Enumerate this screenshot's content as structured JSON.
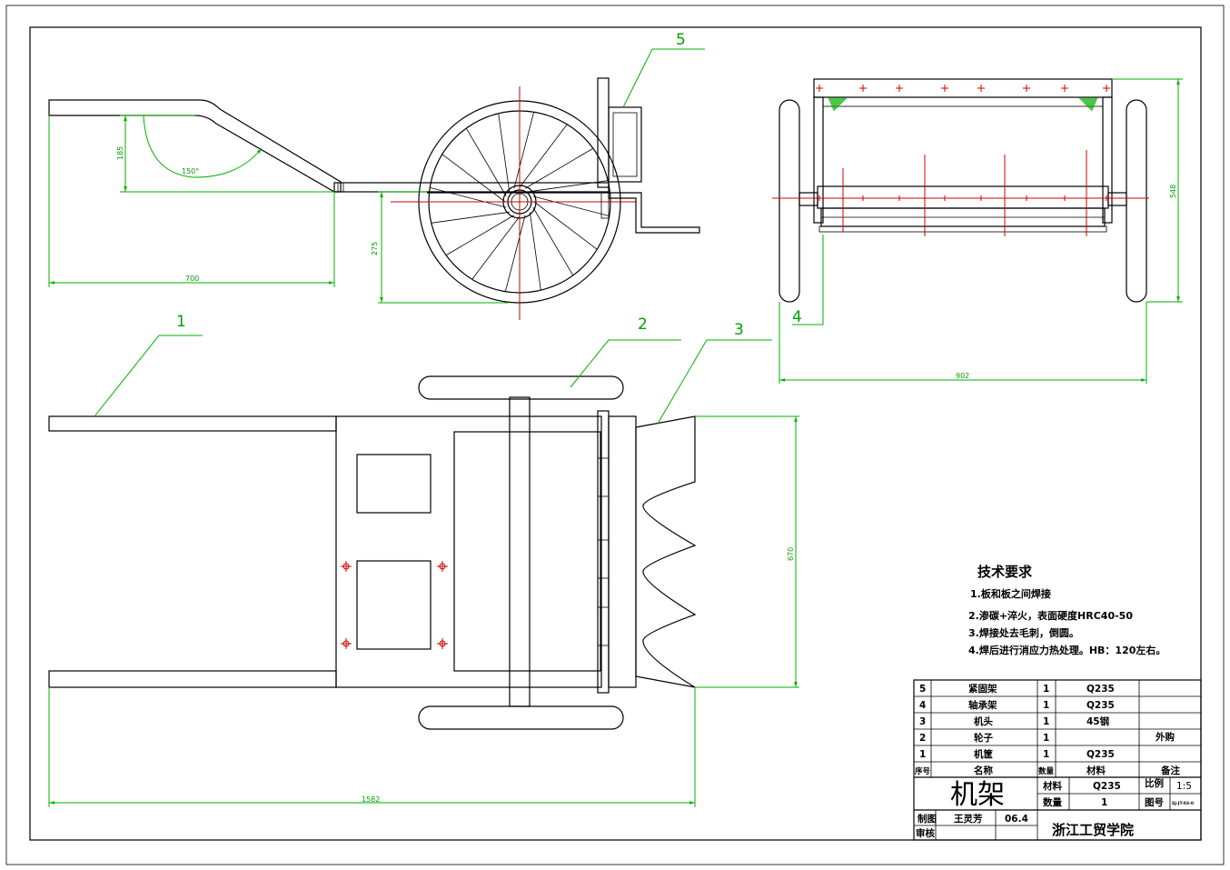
{
  "drawing": {
    "dimensions": {
      "handle_length": "700",
      "handle_height": "185",
      "handle_angle": "150°",
      "wheel_radius": "275",
      "frame_length": "1582",
      "head_width": "670",
      "track_width": "902",
      "wheel_height": "548"
    },
    "leaders": {
      "l1": "1",
      "l2": "2",
      "l3": "3",
      "l4": "4",
      "l5": "5"
    }
  },
  "requirements": {
    "title": "技术要求",
    "items": [
      "1.板和板之间焊接",
      "2.渗碳+淬火，表面硬度HRC40-50",
      "3.焊接处去毛刺，倒圆。",
      "4.焊后进行消应力热处理。HB：120左右。"
    ]
  },
  "parts": [
    {
      "no": "5",
      "name": "紧固架",
      "qty": "1",
      "material": "Q235",
      "note": ""
    },
    {
      "no": "4",
      "name": "轴承架",
      "qty": "1",
      "material": "Q235",
      "note": ""
    },
    {
      "no": "3",
      "name": "机头",
      "qty": "1",
      "material": "45钢",
      "note": ""
    },
    {
      "no": "2",
      "name": "轮子",
      "qty": "1",
      "material": "",
      "note": "外购"
    },
    {
      "no": "1",
      "name": "机筐",
      "qty": "1",
      "material": "Q235",
      "note": ""
    }
  ],
  "title_block": {
    "h_no": "序号",
    "h_name": "名称",
    "h_qty": "数量",
    "h_material": "材料",
    "h_note": "备注",
    "drawing_name": "机架",
    "material_label": "材料",
    "material_value": "Q235",
    "qty_label": "数量",
    "qty_value": "1",
    "scale_label": "比例",
    "scale_value": "1:5",
    "drawing_no_label": "图号",
    "drawing_no_value": "SJ-JT-03-0",
    "drawn_label": "制图",
    "drawn_by": "王灵芳",
    "date": "06.4",
    "checked_label": "审核",
    "school": "浙江工贸学院"
  }
}
